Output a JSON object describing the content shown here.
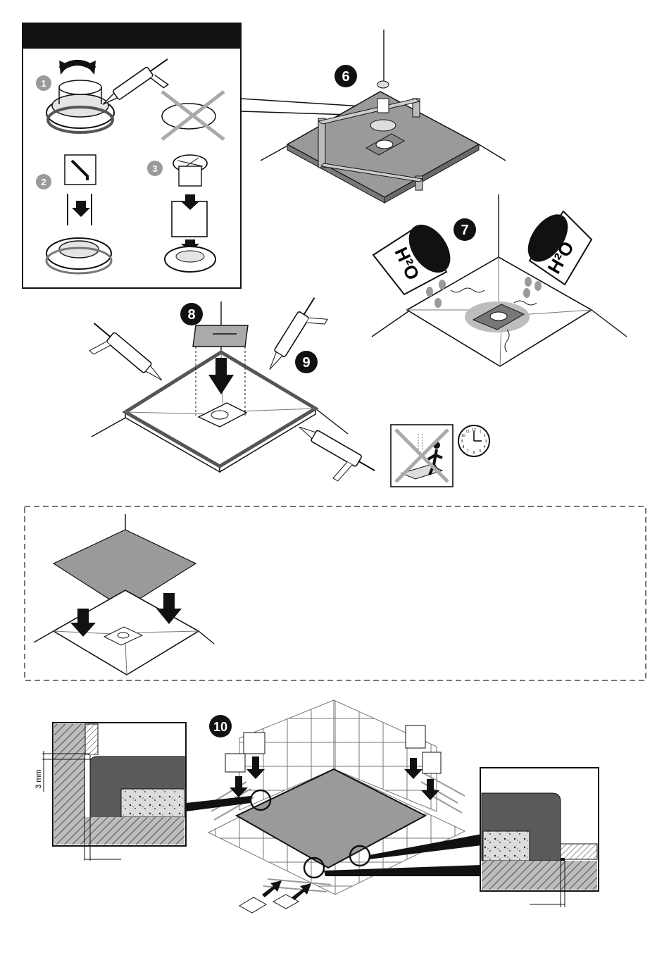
{
  "inset_box": {
    "header_text": "",
    "substeps": [
      "1",
      "2",
      "3"
    ]
  },
  "steps": {
    "six": "6",
    "seven": "7",
    "eight": "8",
    "nine": "9",
    "ten": "10"
  },
  "labels": {
    "h2o_left": "H²O",
    "h2o_right": "H²O",
    "gap_measure": "3 mm"
  },
  "clock": {
    "numbers": [
      "12",
      "1",
      "2",
      "3",
      "4",
      "5",
      "6",
      "7",
      "8",
      "9",
      "10",
      "11"
    ]
  },
  "colors": {
    "ink": "#111111",
    "tray_grey": "#9a9a9a",
    "dark_grey": "#555555",
    "mid_grey": "#7a7a7a",
    "light_grey": "#d8d8d8",
    "water_grey": "#bdbdbd"
  }
}
